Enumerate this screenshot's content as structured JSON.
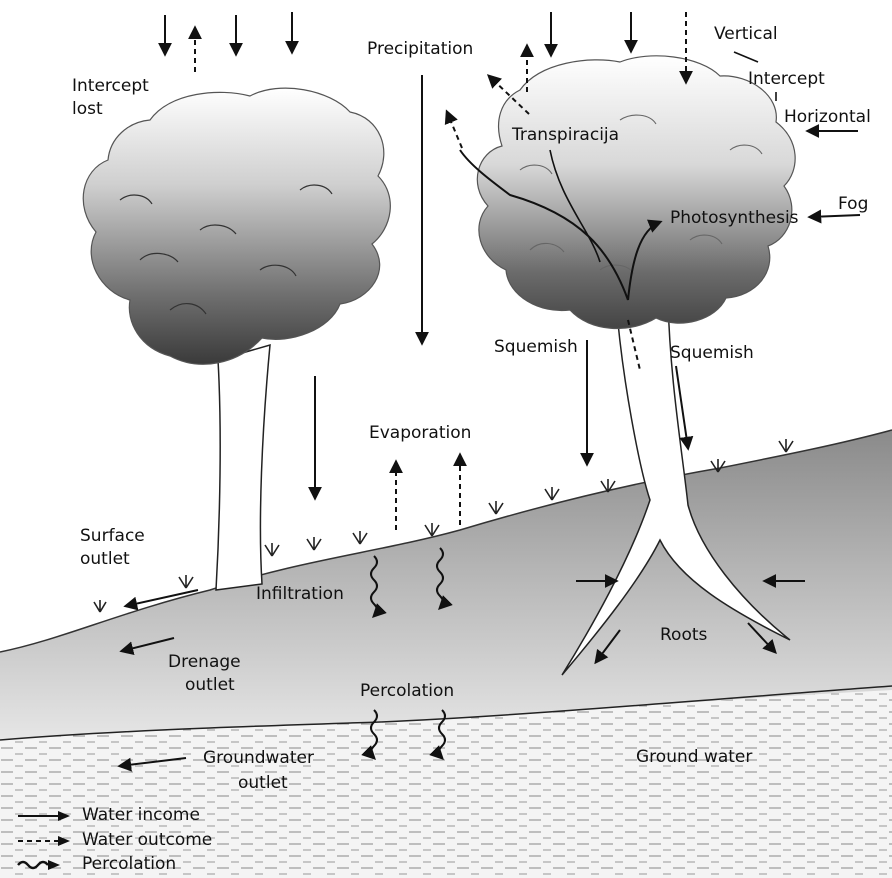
{
  "labels": {
    "precipitation": "Precipitation",
    "intercept_lost_1": "Intercept",
    "intercept_lost_2": "lost",
    "vertical": "Vertical",
    "intercept": "Intercept",
    "horizontal": "Horizontal",
    "transpiracija": "Transpiracija",
    "fog": "Fog",
    "photosynthesis": "Photosynthesis",
    "squemish_left": "Squemish",
    "squemish_right": "Squemish",
    "evaporation": "Evaporation",
    "surface_outlet_1": "Surface",
    "surface_outlet_2": "outlet",
    "infiltration": "Infiltration",
    "drenage_outlet_1": "Drenage",
    "drenage_outlet_2": "outlet",
    "roots": "Roots",
    "percolation": "Percolation",
    "groundwater_outlet_1": "Groundwater",
    "groundwater_outlet_2": "outlet",
    "ground_water": "Ground water"
  },
  "legend": {
    "water_income": "Water income",
    "water_outcome": "Water outcome",
    "percolation": "Percolation"
  }
}
